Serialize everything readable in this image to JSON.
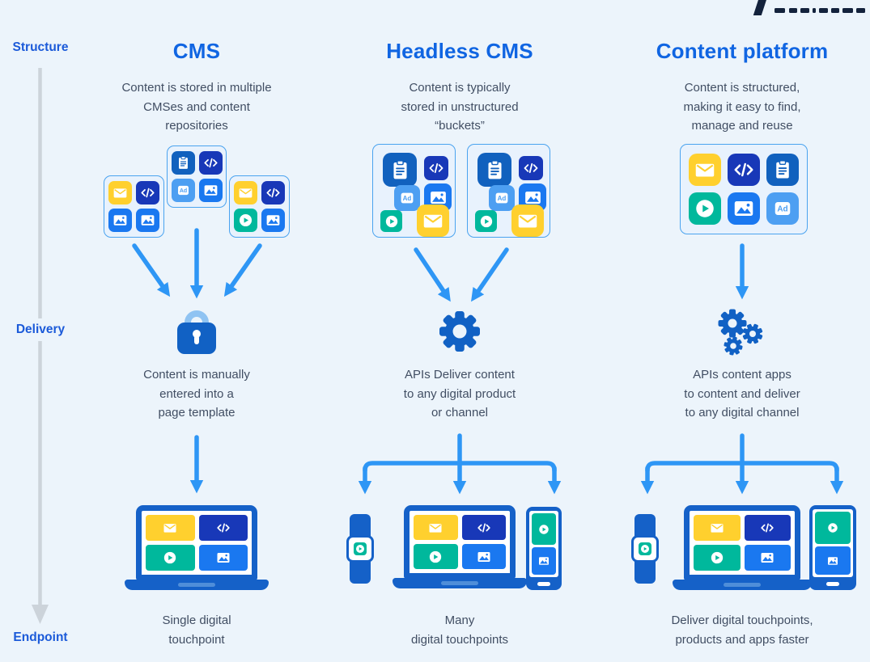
{
  "page": {
    "background": "#ecf4fb"
  },
  "brand": {
    "logo_icon": "cropped-brand-logo"
  },
  "rail": {
    "labels": {
      "structure": "Structure",
      "delivery": "Delivery",
      "endpoint": "Endpoint"
    }
  },
  "colors": {
    "heading_blue": "#1065e2",
    "rail_blue": "#1b5ad9",
    "body_text": "#414e63",
    "arrow_blue": "#2e96f5",
    "box_border": "#4aa3ef",
    "box_bg": "#e8f2fd",
    "tile_yellow": "#ffd02e",
    "tile_navy": "#1838b8",
    "tile_blue": "#1a78f0",
    "tile_teal": "#00b89c",
    "tile_darkblue": "#1161be",
    "tile_lightblue": "#4d9ff2",
    "device_blue": "#1561c8",
    "lock_blue": "#1161c4",
    "lock_shackle": "#8fc3f2",
    "gear_blue": "#1161c4",
    "rail_gray": "#ccd3da",
    "logo_navy": "#13223c"
  },
  "icon_names": [
    "envelope-icon",
    "code-icon",
    "image-icon",
    "play-icon",
    "clipboard-icon",
    "ad-icon",
    "lock-icon",
    "gear-icon",
    "gears-icon",
    "arrow-down-icon"
  ],
  "devices": {
    "laptop": {
      "tiles": [
        "envelope",
        "code",
        "play",
        "image"
      ]
    },
    "watch": {
      "tiles": [
        "play"
      ]
    },
    "phone": {
      "tiles": [
        "play",
        "image"
      ]
    }
  },
  "columns": [
    {
      "id": "cms",
      "title": "CMS",
      "description": "Content is stored in multiple\nCMSes and content\nrepositories",
      "structure_boxes": [
        {
          "icons": [
            "envelope",
            "code",
            "image",
            "image"
          ]
        },
        {
          "icons": [
            "clipboard",
            "code",
            "ad",
            "image"
          ]
        },
        {
          "icons": [
            "envelope",
            "code",
            "play",
            "image"
          ]
        }
      ],
      "delivery_icon": "lock-icon",
      "delivery_text": "Content is manually\nentered into a\npage template",
      "endpoint_devices": [
        "laptop"
      ],
      "endpoint_caption": "Single digital\ntouchpoint"
    },
    {
      "id": "headless",
      "title": "Headless CMS",
      "description": "Content is typically\nstored in unstructured\n“buckets”",
      "structure_boxes": [
        {
          "icons": [
            "clipboard",
            "code",
            "ad",
            "image",
            "play",
            "envelope"
          ]
        },
        {
          "icons": [
            "clipboard",
            "code",
            "ad",
            "image",
            "play",
            "envelope"
          ]
        }
      ],
      "delivery_icon": "gear-icon",
      "delivery_text": "APIs Deliver content\nto any digital product\nor channel",
      "endpoint_devices": [
        "watch",
        "laptop",
        "phone"
      ],
      "endpoint_caption": "Many\ndigital touchpoints"
    },
    {
      "id": "platform",
      "title": "Content platform",
      "description": "Content is structured,\nmaking it easy to find,\nmanage and reuse",
      "structure_boxes": [
        {
          "icons": [
            "envelope",
            "code",
            "clipboard",
            "play",
            "image",
            "ad"
          ]
        }
      ],
      "delivery_icon": "gears-icon",
      "delivery_text": "APIs content apps\nto content and deliver\nto any digital channel",
      "endpoint_devices": [
        "watch",
        "laptop",
        "phone"
      ],
      "endpoint_caption": "Deliver digital touchpoints,\nproducts and apps faster"
    }
  ]
}
